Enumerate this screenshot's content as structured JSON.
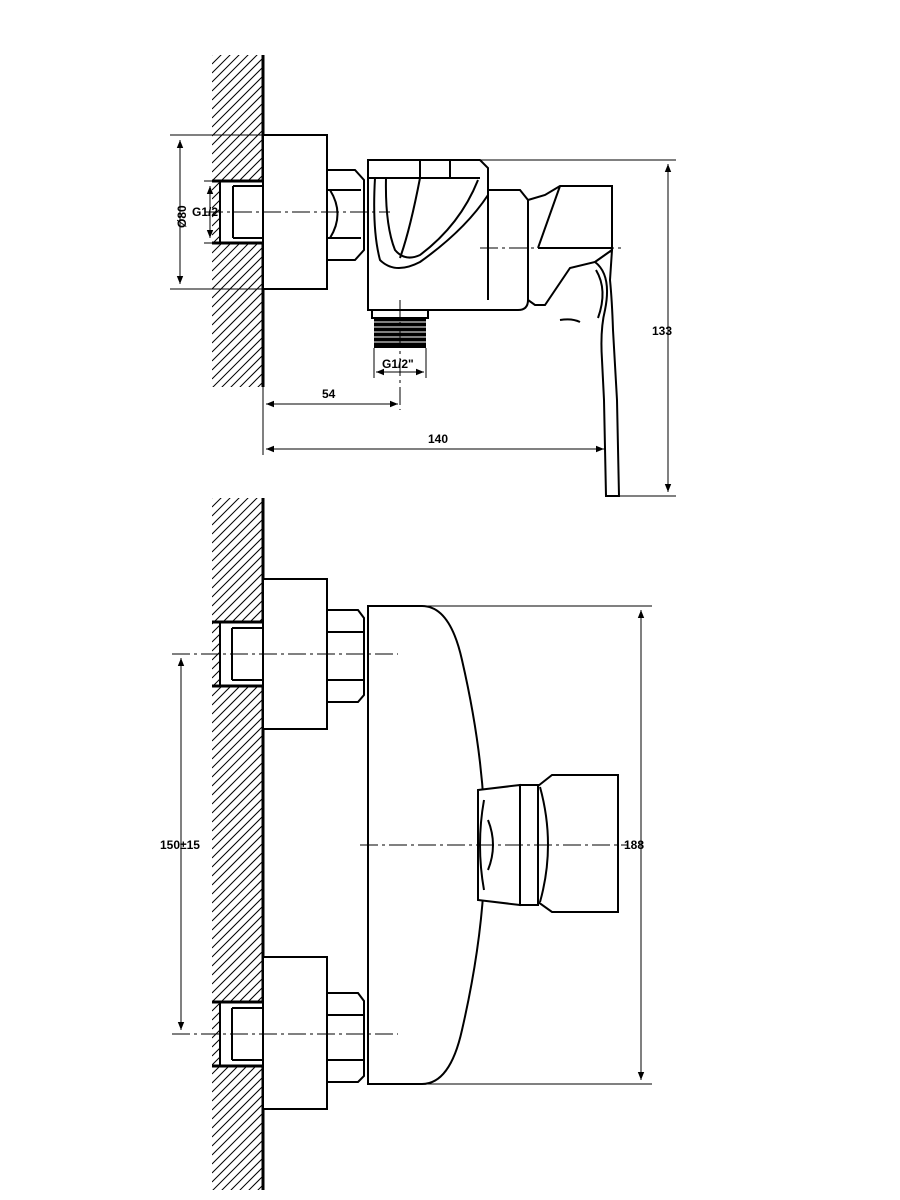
{
  "side_view": {
    "dim_diameter": "Ø80",
    "dim_inlet_thread": "G1/2",
    "dim_outlet_thread": "G1/2\"",
    "dim_height": "133",
    "dim_projection_outlet": "54",
    "dim_projection_total": "140"
  },
  "front_view": {
    "dim_center_distance": "150±15",
    "dim_body_height": "188"
  }
}
